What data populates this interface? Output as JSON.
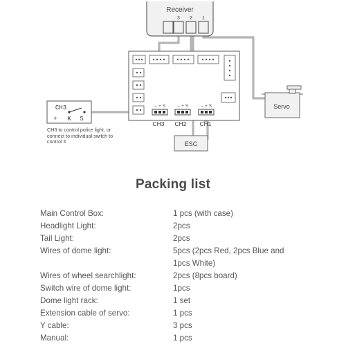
{
  "diagram": {
    "receiver_label": "Receiver",
    "receiver_channels": [
      "3",
      "2",
      "1"
    ],
    "servo_label": "Servo",
    "esc_label": "ESC",
    "switch_title": "CH3",
    "switch_pins": [
      "+",
      "K",
      "S"
    ],
    "board_channels": [
      "CH3",
      "CH2",
      "CH1"
    ],
    "pin_marks": [
      "–",
      "+",
      "S"
    ],
    "note_lines": [
      "CH3 to control police light, or",
      "connect to individual switch to",
      "control it"
    ]
  },
  "packing_list": {
    "title": "Packing list",
    "rows": [
      {
        "label": "Main Control Box:",
        "value": "1 pcs (with case)"
      },
      {
        "label": "Headlight Light:",
        "value": "2pcs"
      },
      {
        "label": "Tail Light:",
        "value": "2pcs"
      },
      {
        "label": "Wires of dome light:",
        "value": "5pcs (2pcs Red, 2pcs Blue and"
      },
      {
        "label": "",
        "value": "1pcs White)"
      },
      {
        "label": "Wires of wheel searchlight:",
        "value": "2pcs (8pcs board)"
      },
      {
        "label": "Switch wire of dome light:",
        "value": "1pcs"
      },
      {
        "label": "Dome light rack:",
        "value": "1 set"
      },
      {
        "label": "Extension cable of servo:",
        "value": "1 pcs"
      },
      {
        "label": "Y cable:",
        "value": "3 pcs"
      },
      {
        "label": "Manual:",
        "value": "1 pcs"
      }
    ]
  }
}
